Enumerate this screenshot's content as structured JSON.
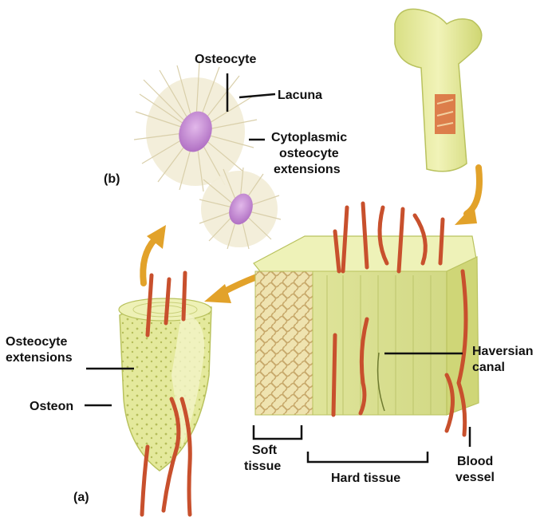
{
  "labels": {
    "osteocyte": "Osteocyte",
    "lacuna": "Lacuna",
    "cytoplasmic_1": "Cytoplasmic",
    "cytoplasmic_2": "osteocyte",
    "cytoplasmic_3": "extensions",
    "panel_b": "(b)",
    "osteocyte_ext_1": "Osteocyte",
    "osteocyte_ext_2": "extensions",
    "osteon": "Osteon",
    "panel_a": "(a)",
    "haversian_1": "Haversian",
    "haversian_2": "canal",
    "soft_1": "Soft",
    "soft_2": "tissue",
    "hard_tissue": "Hard tissue",
    "blood_1": "Blood",
    "blood_2": "vessel"
  },
  "colors": {
    "bone_fill": "#e6eaa6",
    "bone_dark": "#c9d27a",
    "bone_line": "#b6bf62",
    "vessel": "#c8502d",
    "arrow": "#e2a22a",
    "nucleus": "#c58ad2",
    "cell": "#f2ecd6",
    "leader": "#111111"
  }
}
